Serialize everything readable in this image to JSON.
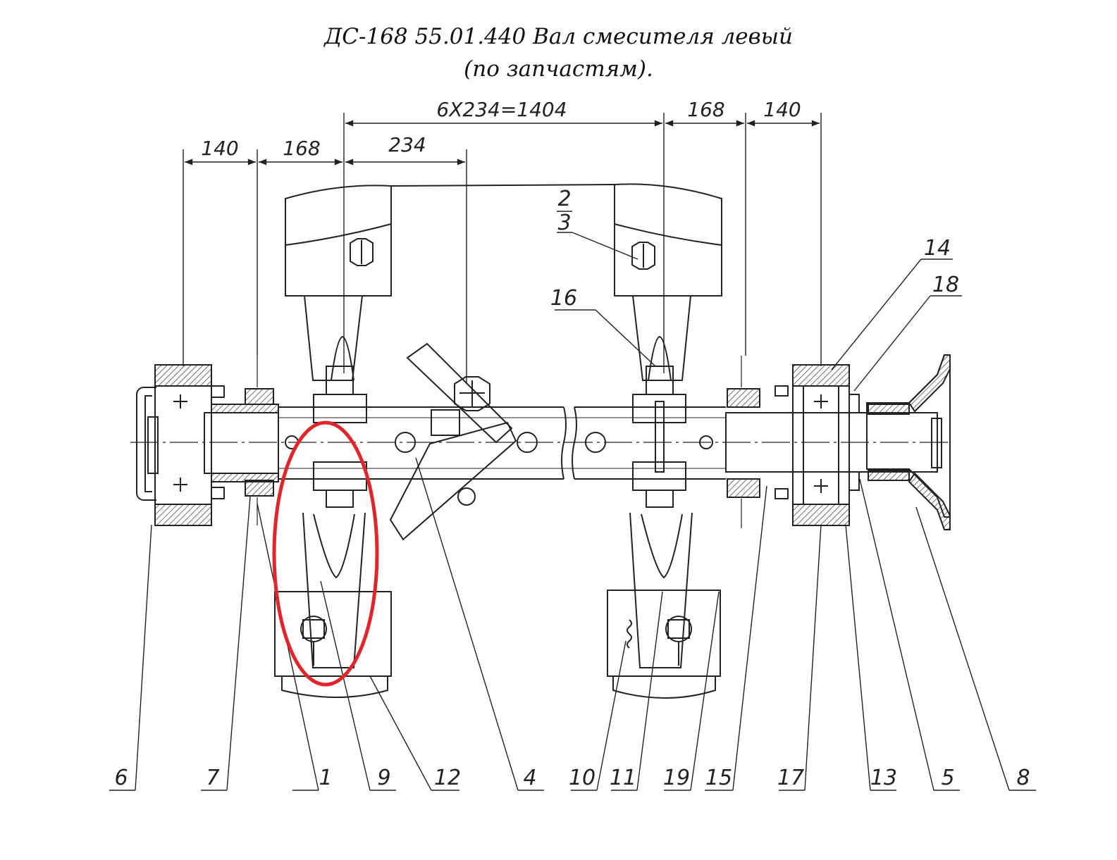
{
  "title": {
    "line1": "ДС-168 55.01.440 Вал смесителя левый",
    "line2": "(по запчастям)."
  },
  "dimensions": {
    "d_140_left": "140",
    "d_168_left": "168",
    "d_234": "234",
    "d_total": "6X234=1404",
    "d_168_right": "168",
    "d_140_right": "140"
  },
  "callouts": {
    "c2": "2",
    "c3": "3",
    "c16": "16",
    "c14": "14",
    "c18": "18"
  },
  "parts_bottom": [
    "6",
    "7",
    "1",
    "9",
    "12",
    "4",
    "10",
    "11",
    "19",
    "15",
    "17",
    "13",
    "5",
    "8"
  ],
  "colors": {
    "line": "#222222",
    "highlight": "#e0262b"
  }
}
